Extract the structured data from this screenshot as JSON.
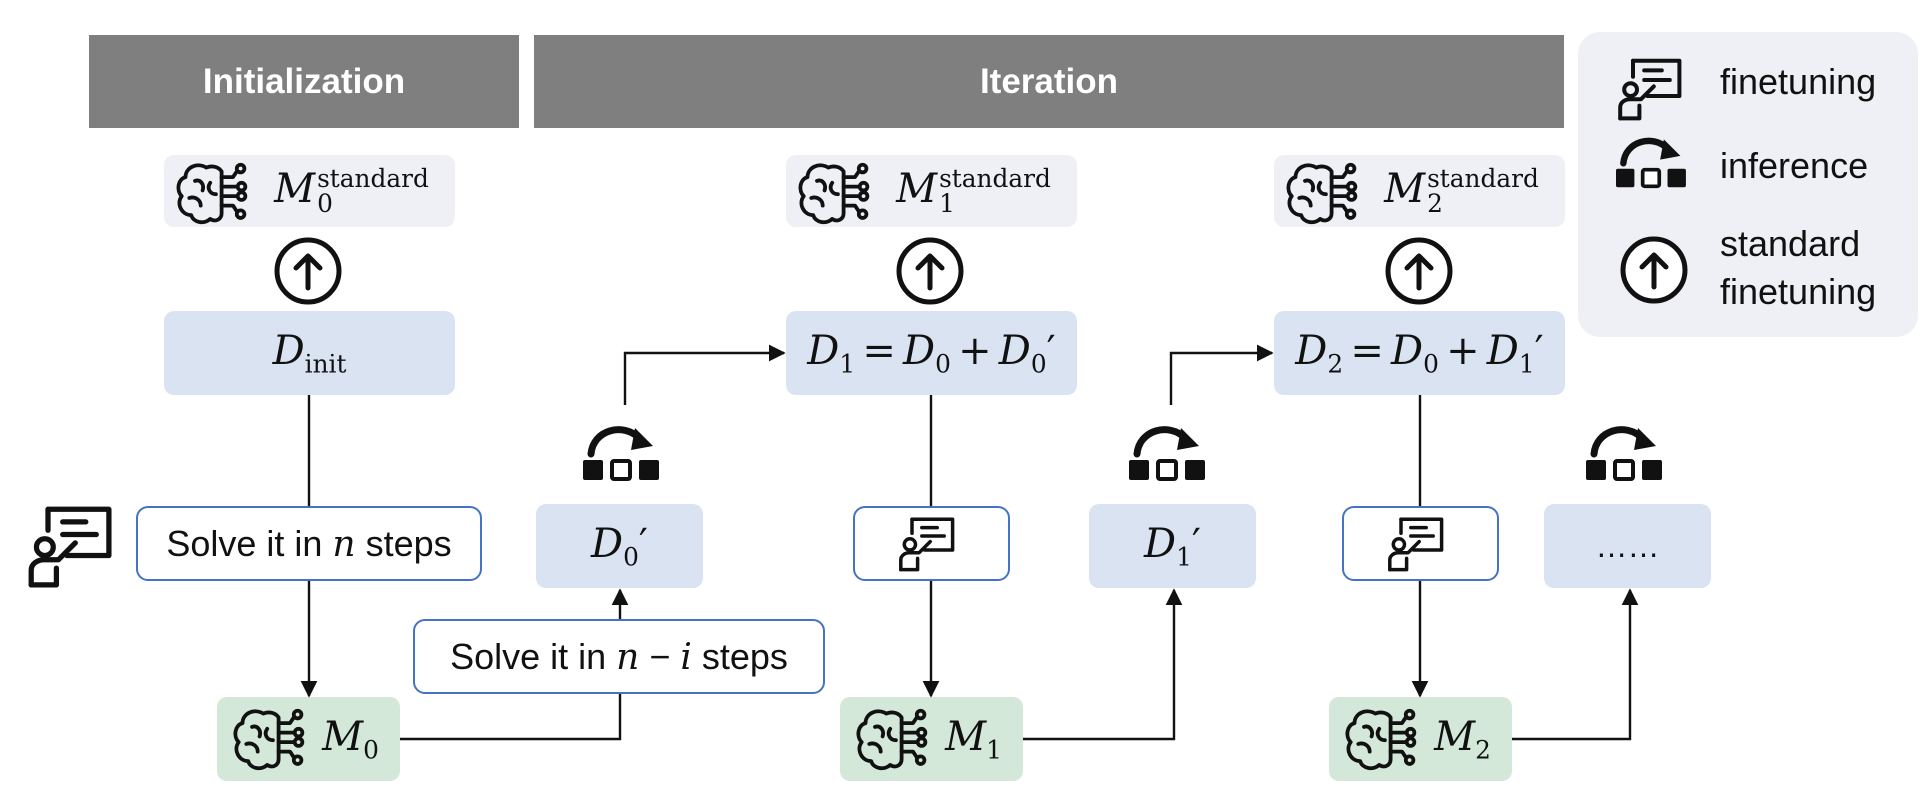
{
  "headers": {
    "initialization": "Initialization",
    "iteration": "Iteration"
  },
  "legend": {
    "finetuning": "finetuning",
    "inference": "inference",
    "standard_line1": "standard",
    "standard_line2": "finetuning"
  },
  "models_standard": [
    {
      "base": "M",
      "sub": "0",
      "sup": "standard"
    },
    {
      "base": "M",
      "sub": "1",
      "sup": "standard"
    },
    {
      "base": "M",
      "sub": "2",
      "sup": "standard"
    }
  ],
  "datasets": {
    "d_init": {
      "base": "D",
      "sub": "init"
    },
    "d1": {
      "lhs": "D",
      "lhs_sub": "1",
      "eq": "=",
      "a": "D",
      "a_sub": "0",
      "plus": "+",
      "b": "D",
      "b_sub": "0",
      "prime": "′"
    },
    "d2": {
      "lhs": "D",
      "lhs_sub": "2",
      "eq": "=",
      "a": "D",
      "a_sub": "0",
      "plus": "+",
      "b": "D",
      "b_sub": "1",
      "prime": "′"
    },
    "d0p": {
      "base": "D",
      "sub": "0",
      "prime": "′"
    },
    "d1p": {
      "base": "D",
      "sub": "1",
      "prime": "′"
    },
    "ellipsis": "……"
  },
  "models": [
    {
      "base": "M",
      "sub": "0"
    },
    {
      "base": "M",
      "sub": "1"
    },
    {
      "base": "M",
      "sub": "2"
    }
  ],
  "prompts": {
    "p1": {
      "pre": "Solve it in ",
      "var": "n",
      "post": " steps"
    },
    "p2": {
      "pre": "Solve it in ",
      "var": "n",
      "minus": " − ",
      "var2": "i",
      "post": " steps"
    }
  },
  "colors": {
    "header_bg": "#7f7f7f",
    "standard_box": "#eef0f6",
    "dataset_box": "#dae3f2",
    "model_box": "#d3e8d9",
    "prompt_border": "#4472c4"
  }
}
